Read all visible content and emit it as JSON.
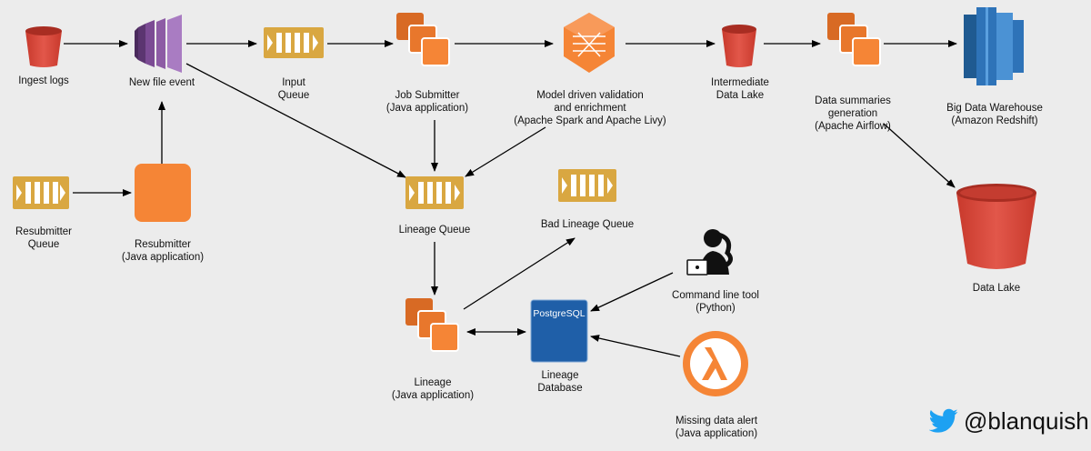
{
  "nodes": {
    "ingest_logs": {
      "label": "Ingest logs"
    },
    "new_file_event": {
      "label": "New file event"
    },
    "input_queue": {
      "line1": "Input",
      "line2": "Queue"
    },
    "job_submitter": {
      "line1": "Job Submitter",
      "line2": "(Java application)"
    },
    "model_validation": {
      "line1": "Model driven validation",
      "line2": "and enrichment",
      "line3": "(Apache Spark and Apache Livy)"
    },
    "intermediate_data_lake": {
      "line1": "Intermediate",
      "line2": "Data Lake"
    },
    "data_summaries": {
      "line1": "Data summaries",
      "line2": "generation",
      "line3": "(Apache Airflow)"
    },
    "big_data_warehouse": {
      "line1": "Big Data Warehouse",
      "line2": "(Amazon Redshift)"
    },
    "resubmitter_queue": {
      "line1": "Resubmitter",
      "line2": "Queue"
    },
    "resubmitter": {
      "line1": "Resubmitter",
      "line2": "(Java application)"
    },
    "lineage_queue": {
      "label": "Lineage Queue"
    },
    "bad_lineage_queue": {
      "label": "Bad Lineage Queue"
    },
    "data_lake": {
      "label": "Data Lake"
    },
    "command_line_tool": {
      "line1": "Command line tool",
      "line2": "(Python)"
    },
    "lineage": {
      "line1": "Lineage",
      "line2": "(Java application)"
    },
    "lineage_database": {
      "line1": "Lineage",
      "line2": "Database",
      "db_text": "PostgreSQL"
    },
    "missing_data_alert": {
      "line1": "Missing data alert",
      "line2": "(Java application)"
    }
  },
  "watermark": {
    "handle": "@blanquish",
    "icon": "twitter-bird-icon"
  },
  "colors": {
    "aws_orange": "#f58536",
    "aws_red": "#e05243",
    "queue_gold": "#d9a741",
    "redshift_blue": "#2e73b8",
    "postgres_blue": "#1f5fa8",
    "kinesis_purple": "#7b4b94",
    "twitter_blue": "#1da1f2",
    "background": "#ececec"
  }
}
